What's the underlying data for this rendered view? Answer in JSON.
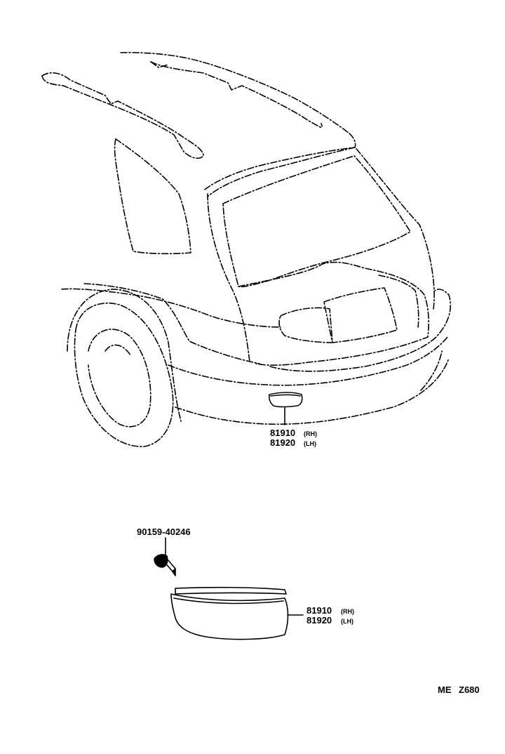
{
  "callouts": {
    "upper": {
      "part_rh": "81910",
      "side_rh": "(RH)",
      "part_lh": "81920",
      "side_lh": "(LH)"
    },
    "screw": {
      "part": "90159-40246"
    },
    "lower": {
      "part_rh": "81910",
      "side_rh": "(RH)",
      "part_lh": "81920",
      "side_lh": "(LH)"
    }
  },
  "figure_code": {
    "left": "ME",
    "right": "Z680"
  }
}
